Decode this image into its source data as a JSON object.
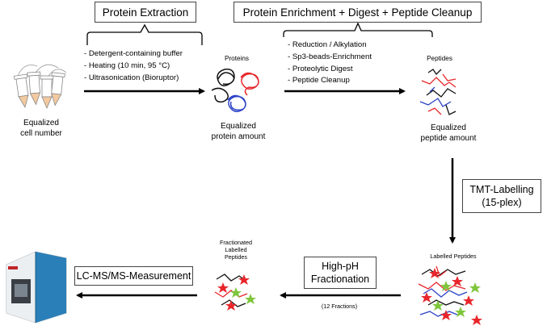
{
  "boxes": {
    "protein_extraction": "Protein Extraction",
    "enrichment": "Protein Enrichment + Digest + Peptide Cleanup",
    "tmt": [
      "TMT-Labelling",
      "(15-plex)"
    ],
    "highph": [
      "High-pH",
      "Fractionation"
    ],
    "lcms": "LC-MS/MS-Measurement"
  },
  "extraction_steps": [
    "-   Detergent-containing buffer",
    "-   Heating (10 min, 95 °C)",
    "-   Ultrasonication (Bioruptor)"
  ],
  "enrichment_steps": [
    "-   Reduction / Alkylation",
    "-   Sp3-beads-Enrichment",
    "-   Proteolytic Digest",
    "-   Peptide Cleanup"
  ],
  "labels": {
    "cells": [
      "Equalized",
      "cell number"
    ],
    "proteins_title": "Proteins",
    "proteins": [
      "Equalized",
      "protein amount"
    ],
    "peptides_title": "Peptides",
    "peptides": [
      "Equalized",
      "peptide amount"
    ],
    "labelled": "Labelled Peptides",
    "fractionated": [
      "Fractionated",
      "Labelled",
      "Peptides"
    ],
    "fractions": "(12 Fractions)"
  },
  "colors": {
    "red": "#e8262b",
    "blue": "#2d43c8",
    "black": "#111111",
    "green": "#7fc63c",
    "tube": "#f3c9a0",
    "instrument_blue": "#2a7fb8"
  }
}
